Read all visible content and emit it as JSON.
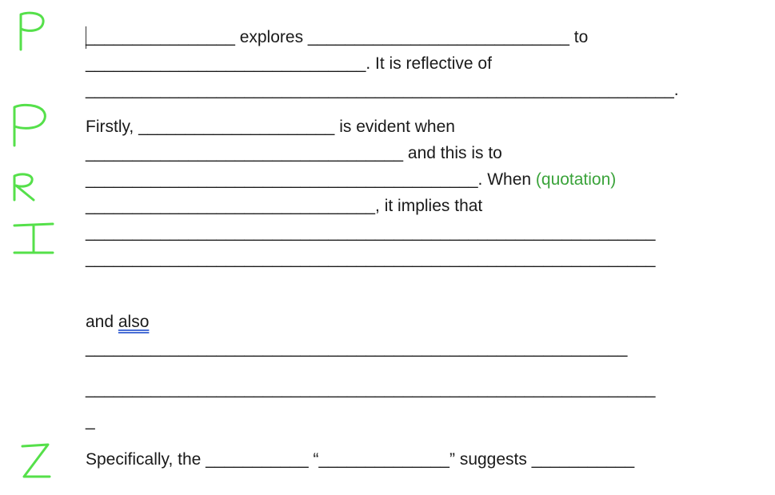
{
  "margin_letters": [
    "P",
    "P",
    "R",
    "I",
    "Z"
  ],
  "lines": {
    "l1": "________________ explores ____________________________ to",
    "l2": "______________________________. It is reflective of",
    "l3": "_______________________________________________________________.",
    "l4": "Firstly, _____________________ is evident when",
    "l5": "__________________________________ and this is to",
    "l6a": "__________________________________________. When ",
    "l6b": "(quotation)",
    "l7": "_______________________________, it implies that",
    "l8": "_____________________________________________________________",
    "l9": "_____________________________________________________________",
    "l10a": "and ",
    "l10b": "also",
    "l11": "__________________________________________________________",
    "l12": "_____________________________________________________________",
    "l13": "_",
    "l14": "Specifically, the ___________ “______________” suggests ___________"
  },
  "colors": {
    "margin_letter": "#55e04a",
    "quotation": "#3aa33a",
    "text": "#1a1a1a"
  }
}
